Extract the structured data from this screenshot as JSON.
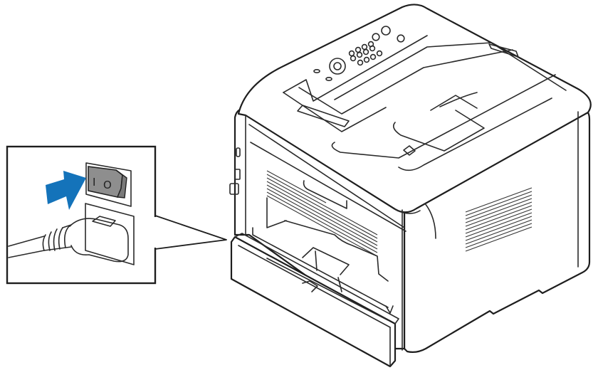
{
  "illustration": {
    "subject": "Laser printer, rear view",
    "callout": {
      "description": "Power switch and power cord inset",
      "switch_on_symbol": "I",
      "switch_off_symbol": "O",
      "arrow_color": "#1473BA",
      "arrow_icon": "push-arrow-icon"
    },
    "colors": {
      "line": "#2a2a2a",
      "switch_face": "#8e8e8e",
      "background": "#ffffff"
    }
  }
}
